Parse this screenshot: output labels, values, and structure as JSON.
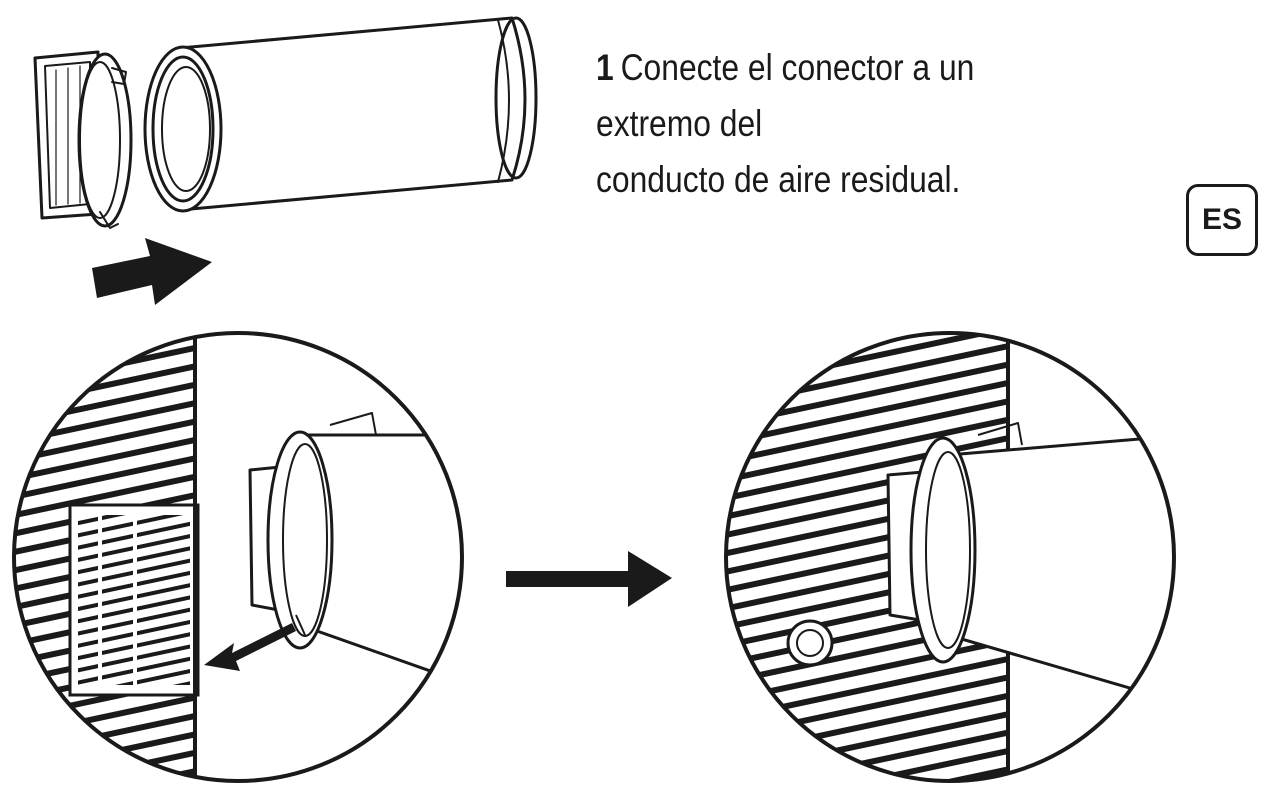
{
  "language_badge": "ES",
  "step": {
    "number": "1",
    "text_line1": "Conecte el conector a un extremo del",
    "text_line2": "conducto de aire residual."
  },
  "illustrations": {
    "top": "connector-and-exhaust-hose",
    "bottom_left": "zoom-before-attaching",
    "bottom_right": "zoom-after-attaching"
  }
}
